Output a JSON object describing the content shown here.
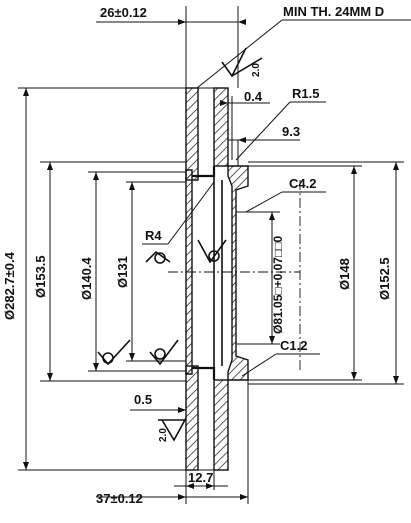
{
  "dimensions": {
    "top_width": "26±0.12",
    "min_thickness": "MIN TH. 24MM D",
    "roughness_top": "2.0",
    "offset_04": "0.4",
    "radius_r15": "R1.5",
    "dim_93": "9.3",
    "chamfer_c42": "C4.2",
    "radius_r4": "R4",
    "diam_outer": "Ø282.7±0.4",
    "diam_1535": "Ø153.5",
    "diam_1404": "Ø140.4",
    "diam_131": "Ø131",
    "diam_bore": "Ø81.05□+0.07□□0",
    "diam_148": "Ø148",
    "diam_1525": "Ø152.5",
    "chamfer_c12": "C1.2",
    "offset_05": "0.5",
    "roughness_bottom": "2.0",
    "dim_127": "12.7",
    "bottom_width": "37±0.12"
  }
}
